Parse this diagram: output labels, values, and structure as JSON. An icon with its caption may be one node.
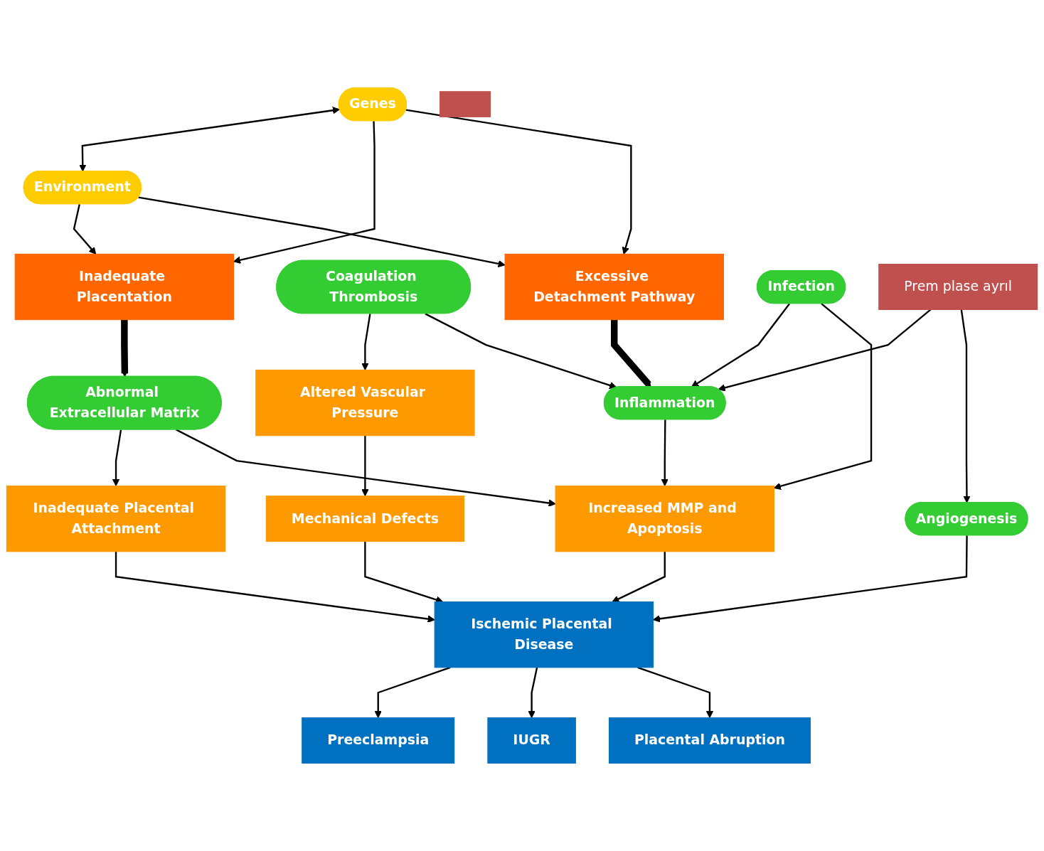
{
  "diagram": {
    "nodes": [
      {
        "text": [
          "Genes"
        ]
      },
      {
        "text": [
          "Environment"
        ]
      },
      {
        "text": [
          "Inadequate Placentation"
        ]
      },
      {
        "text": [
          "Excessive Detachment Pathway"
        ]
      },
      {
        "text": [],
        "shape": "box"
      },
      {
        "text": [
          "Prem plase ayrıl"
        ]
      },
      {
        "text": [
          "Coagulation Thrombosis"
        ]
      },
      {
        "text": [
          "Infection"
        ]
      },
      {
        "text": [
          "Abnormal Extracellular Matrix"
        ]
      },
      {
        "text": [
          "Inflammation"
        ]
      },
      {
        "text": [
          "Altered Vascular Pressure"
        ]
      },
      {
        "text": [
          "Increased MMP and Apoptosis"
        ]
      },
      {
        "text": [
          "Angiogenesis"
        ]
      },
      {
        "text": [
          "Inadequate Placental Attachment"
        ]
      },
      {
        "text": [
          "Mechanical Defects"
        ]
      },
      {
        "text": [
          "Ischemic Placental Disease"
        ]
      },
      {
        "text": [
          "Preeclampsia"
        ]
      },
      {
        "text": [
          "IUGR"
        ]
      },
      {
        "text": [
          "Placental Abruption"
        ]
      }
    ],
    "edges": [
      {
        "from": 0,
        "to": 1,
        "arrow": "both"
      },
      {
        "from": 0,
        "to": 2,
        "arrow": "to"
      },
      {
        "from": 0,
        "to": 3,
        "arrow": "to"
      },
      {
        "from": 1,
        "to": 2,
        "arrow": "to"
      },
      {
        "from": 1,
        "to": 3,
        "arrow": "to"
      },
      {
        "from": 2,
        "to": 8,
        "arrow": "to",
        "style": "thick"
      },
      {
        "from": 3,
        "to": 9,
        "arrow": "to",
        "style": "thick"
      },
      {
        "from": 6,
        "to": 10,
        "arrow": "to"
      },
      {
        "from": 6,
        "to": 9,
        "arrow": "to"
      },
      {
        "from": 7,
        "to": 9,
        "arrow": "to"
      },
      {
        "from": 5,
        "to": 9,
        "arrow": "to"
      },
      {
        "from": 5,
        "to": 12,
        "arrow": "to"
      },
      {
        "from": 7,
        "to": 11,
        "arrow": "to"
      },
      {
        "from": 8,
        "to": 13,
        "arrow": "to"
      },
      {
        "from": 8,
        "to": 11,
        "arrow": "to"
      },
      {
        "from": 9,
        "to": 11,
        "arrow": "to"
      },
      {
        "from": 10,
        "to": 14,
        "arrow": "to"
      },
      {
        "from": 13,
        "to": 15,
        "arrow": "to"
      },
      {
        "from": 14,
        "to": 15,
        "arrow": "to"
      },
      {
        "from": 11,
        "to": 15,
        "arrow": "to"
      },
      {
        "from": 12,
        "to": 15,
        "arrow": "to"
      },
      {
        "from": 15,
        "to": 16,
        "arrow": "to"
      },
      {
        "from": 15,
        "to": 17,
        "arrow": "to"
      },
      {
        "from": 15,
        "to": 18,
        "arrow": "to"
      }
    ]
  }
}
